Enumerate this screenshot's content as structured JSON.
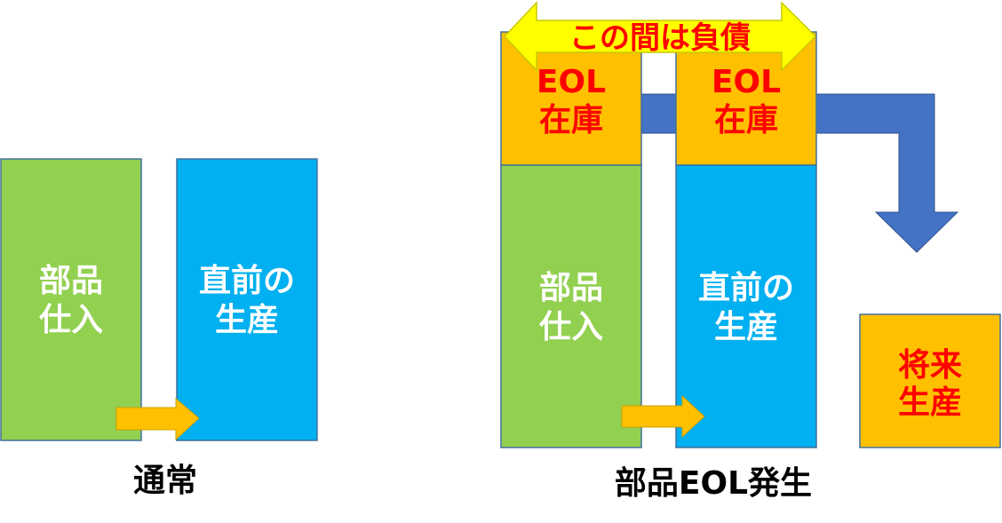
{
  "normal": {
    "parts_box": {
      "line1": "部品",
      "line2": "仕入"
    },
    "production_box": {
      "line1": "直前の",
      "line2": "生産"
    },
    "caption": "通常"
  },
  "eol": {
    "banner": "この間は負債",
    "eol_box_left": {
      "line1": "EOL",
      "line2": "在庫"
    },
    "eol_box_right": {
      "line1": "EOL",
      "line2": "在庫"
    },
    "parts_box": {
      "line1": "部品",
      "line2": "仕入"
    },
    "production_box": {
      "line1": "直前の",
      "line2": "生産"
    },
    "future_box": {
      "line1": "将来",
      "line2": "生産"
    },
    "caption": "部品EOL発生"
  },
  "colors": {
    "parts_green": "#92d050",
    "production_blue": "#00b0f0",
    "eol_orange": "#ffc000",
    "flow_arrow_blue": "#4472c4",
    "small_arrow_orange": "#ffc000",
    "banner_yellow": "#ffff00",
    "eol_text_red": "#ff0000",
    "box_text_white": "#ffffff"
  }
}
